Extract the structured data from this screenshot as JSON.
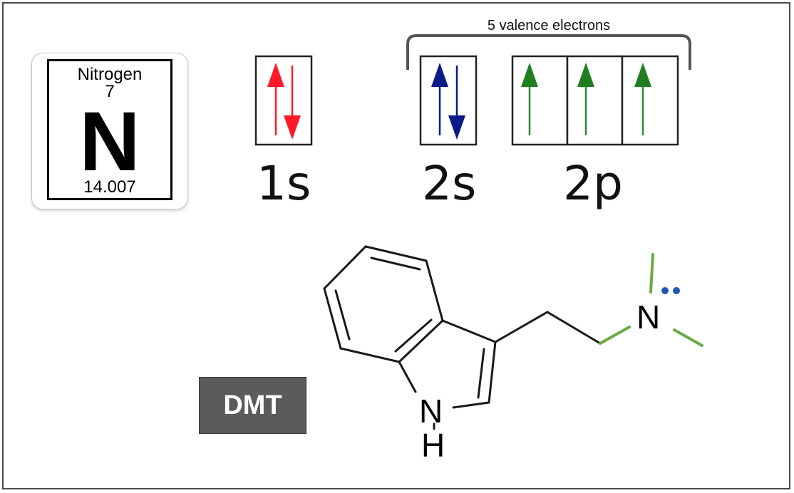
{
  "element": {
    "name": "Nitrogen",
    "atomic_number": "7",
    "symbol": "N",
    "atomic_mass": "14.007"
  },
  "orbitals": [
    {
      "label": "1s",
      "boxes": [
        [
          "up",
          "down"
        ]
      ],
      "color": "#ff1a2a"
    },
    {
      "label": "2s",
      "boxes": [
        [
          "up",
          "down"
        ]
      ],
      "color": "#0a1a8a"
    },
    {
      "label": "2p",
      "boxes": [
        [
          "up"
        ],
        [
          "up"
        ],
        [
          "up"
        ]
      ],
      "color": "#2a8a2a"
    }
  ],
  "valence_label": "5 valence electrons",
  "molecule": {
    "name_badge": "DMT",
    "atoms": {
      "amine_n": "N",
      "ring_n": "N",
      "ring_h": "H"
    },
    "highlight_color": "#6aaa44",
    "lone_pair_color": "#2255bb"
  }
}
